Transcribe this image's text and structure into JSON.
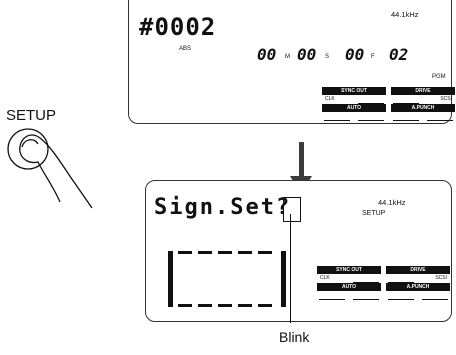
{
  "top_display": {
    "counter": "#0002",
    "abs_label": "ABS",
    "sample_rate": "44.1kHz",
    "time": {
      "minutes": "00",
      "m_unit": "M",
      "seconds": "00",
      "s_unit": "S",
      "frames": "00",
      "f_unit": "F",
      "subframes": "02"
    },
    "pgm_label": "PGM",
    "panels": {
      "sync_out": {
        "title": "SYNC OUT",
        "left": "CLK",
        "right": ""
      },
      "drive": {
        "title": "DRIVE",
        "left": "",
        "right": "SCSI"
      },
      "auto": {
        "title": "AUTO"
      },
      "apunch": {
        "title": "A.PUNCH"
      }
    }
  },
  "bottom_display": {
    "title": "Sign.Set?",
    "sample_rate": "44.1kHz",
    "setup_label": "SETUP",
    "panels": {
      "sync_out": {
        "title": "SYNC OUT",
        "left": "CLK",
        "right": ""
      },
      "drive": {
        "title": "DRIVE",
        "left": "",
        "right": "SCSI"
      },
      "auto": {
        "title": "AUTO"
      },
      "apunch": {
        "title": "A.PUNCH"
      }
    }
  },
  "setup_button_label": "SETUP",
  "blink_label": "Blink",
  "icons": {
    "finger": "finger-press-icon",
    "arrow": "down-arrow-icon"
  }
}
